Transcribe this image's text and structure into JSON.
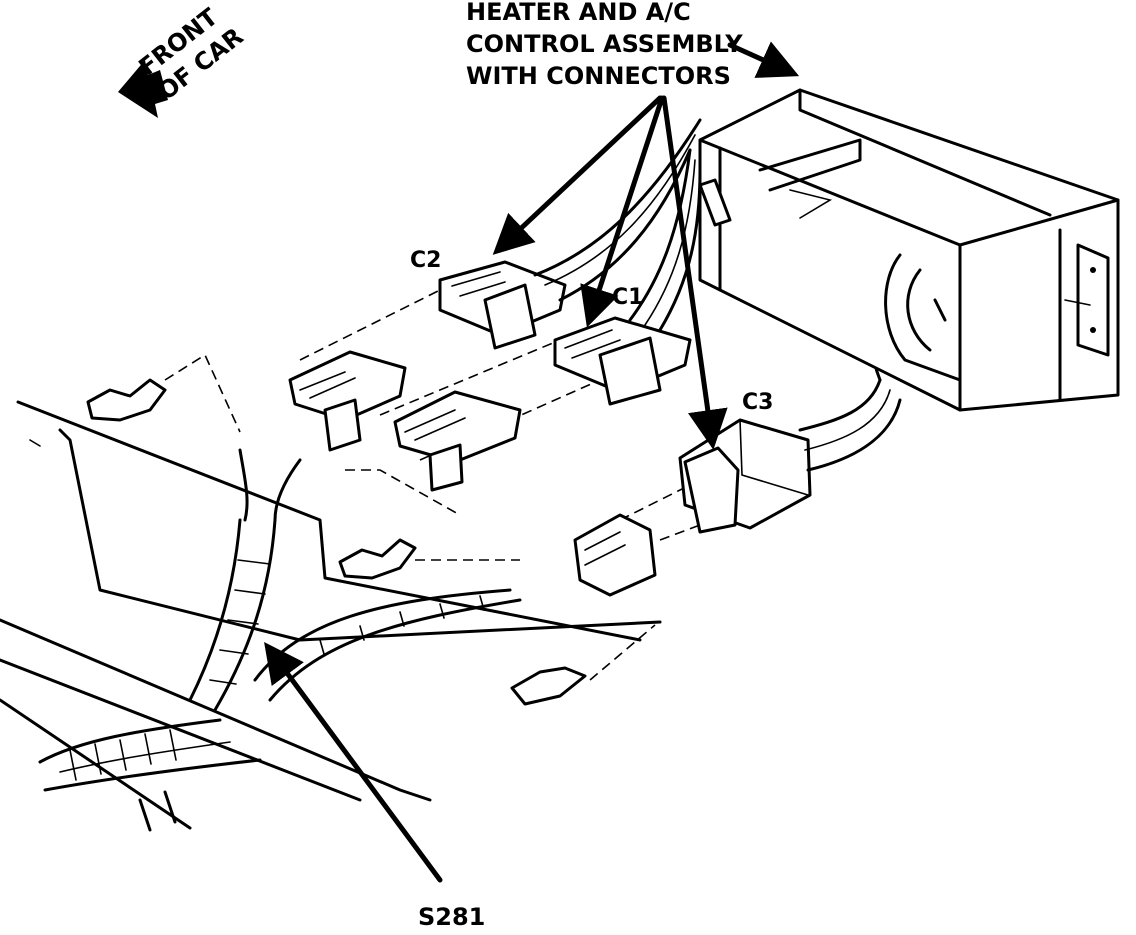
{
  "labels": {
    "front_line1": "FRONT",
    "front_line2": "OF CAR",
    "title_line1": "HEATER AND A/C",
    "title_line2": "CONTROL ASSEMBLY",
    "title_line3": "WITH CONNECTORS",
    "c1": "C1",
    "c2": "C2",
    "c3": "C3",
    "splice": "S281"
  }
}
